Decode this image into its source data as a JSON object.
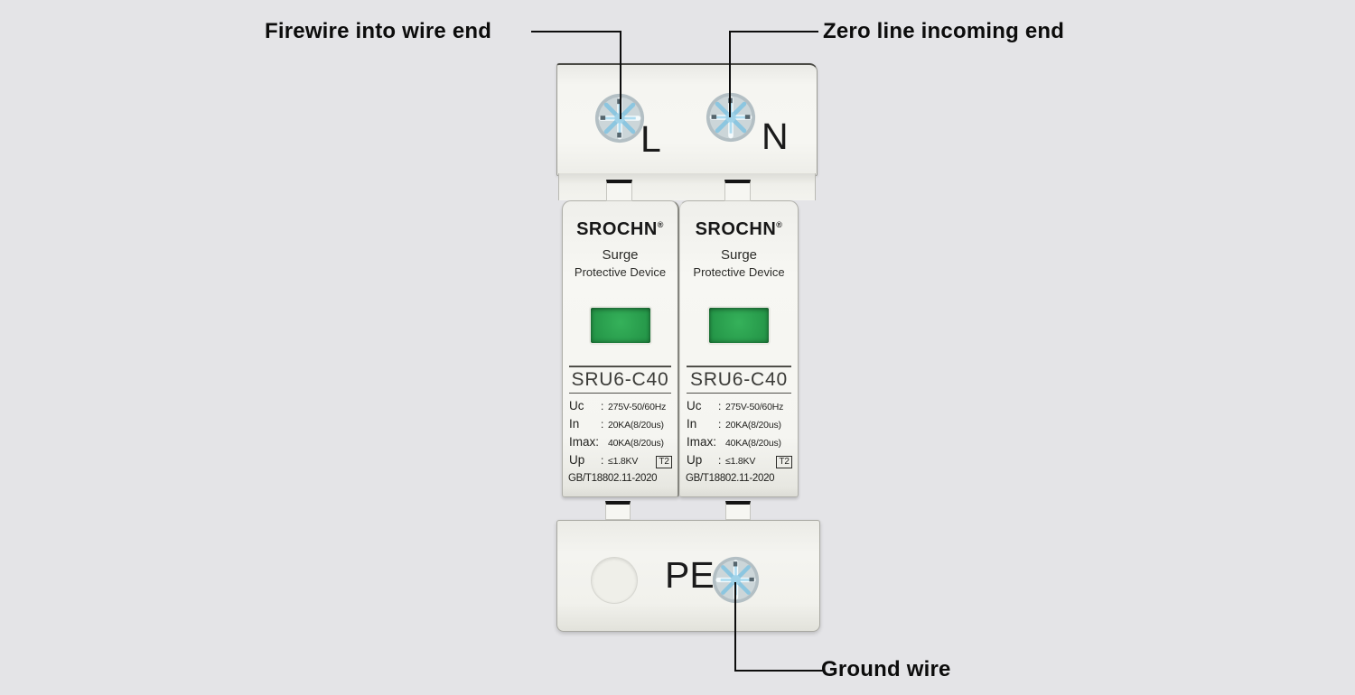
{
  "page": {
    "background": "#e4e4e7"
  },
  "annotations": {
    "firewire_label": "Firewire into wire end",
    "zero_label": "Zero line incoming end",
    "ground_label": "Ground wire"
  },
  "device": {
    "terminal_l": "L",
    "terminal_n": "N",
    "terminal_pe": "PE",
    "indicator_color": "#2aa24e",
    "modules": [
      {
        "brand": "SROCHN",
        "trademark": "®",
        "subtitle_line1": "Surge",
        "subtitle_line2": "Protective Device",
        "model": "SRU6-C40",
        "specs": [
          {
            "name": "Uc",
            "colon": ":",
            "value": "275V-50/60Hz"
          },
          {
            "name": "In",
            "colon": ":",
            "value": "20KA(8/20us)"
          },
          {
            "name": "Imax:",
            "colon": "",
            "value": "40KA(8/20us)"
          },
          {
            "name": "Up",
            "colon": ":",
            "value": "≤1.8KV",
            "badge": "T2"
          }
        ],
        "standard": "GB/T18802.11-2020"
      },
      {
        "brand": "SROCHN",
        "trademark": "®",
        "subtitle_line1": "Surge",
        "subtitle_line2": "Protective Device",
        "model": "SRU6-C40",
        "specs": [
          {
            "name": "Uc",
            "colon": ":",
            "value": "275V-50/60Hz"
          },
          {
            "name": "In",
            "colon": ":",
            "value": "20KA(8/20us)"
          },
          {
            "name": "Imax:",
            "colon": "",
            "value": "40KA(8/20us)"
          },
          {
            "name": "Up",
            "colon": ":",
            "value": "≤1.8KV",
            "badge": "T2"
          }
        ],
        "standard": "GB/T18802.11-2020"
      }
    ]
  }
}
